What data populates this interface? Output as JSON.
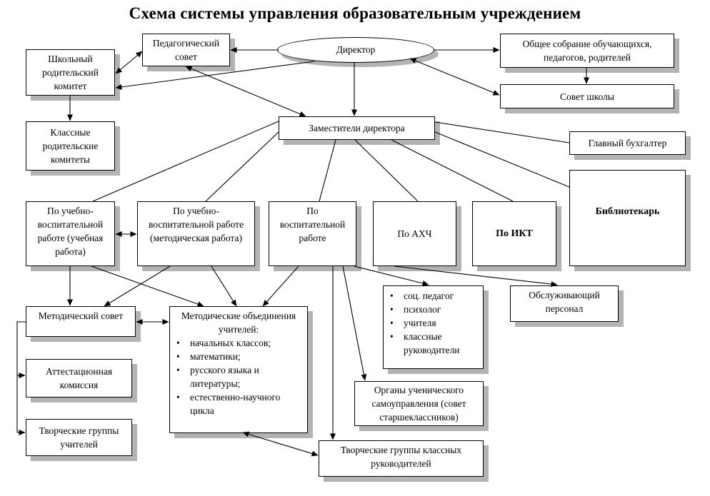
{
  "title": "Схема системы управления образовательным учреждением",
  "nodes": {
    "director": "Директор",
    "ped_council": [
      "Педагогический",
      "совет"
    ],
    "school_parent_committee": [
      "Школьный",
      "родительский",
      "комитет"
    ],
    "class_parent_committees": [
      "Классные",
      "родительские",
      "комитеты"
    ],
    "general_meeting": [
      "Общее собрание обучающихся,",
      "педагогов, родителей"
    ],
    "school_council": "Совет школы",
    "deputies": "Заместители директора",
    "chief_accountant": "Главный бухгалтер",
    "librarian": "Библиотекарь",
    "dep_study": [
      "По учебно-",
      "воспитательной",
      "работе (учебная",
      "работа)"
    ],
    "dep_method": [
      "По учебно-",
      "воспитательной работе",
      "(методическая работа)"
    ],
    "dep_upbringing": [
      "По",
      "воспитательной",
      "работе"
    ],
    "dep_ahch": "По АХЧ",
    "dep_ikt": "По ИКТ",
    "service_staff": [
      "Обслуживающий",
      "персонал"
    ],
    "staff_list": [
      "соц. педагог",
      "психолог",
      "учителя",
      "классные руководители"
    ],
    "method_council": "Методический совет",
    "attestation": [
      "Аттестационная",
      "комиссия"
    ],
    "teacher_groups": [
      "Творческие группы",
      "учителей"
    ],
    "method_unions": {
      "heading": [
        "Методические объединения",
        "учителей:"
      ],
      "items": [
        "начальных классов;",
        "математики;",
        "русского языка и литературы;",
        "естественно-научного цикла"
      ]
    },
    "student_gov": [
      "Органы ученического",
      "самоуправления (совет",
      "старшеклассников)"
    ],
    "class_teacher_groups": [
      "Творческие группы классных",
      "руководителей"
    ]
  },
  "colors": {
    "line": "#000000",
    "shadow": "#b3b3b3",
    "background": "#ffffff"
  }
}
